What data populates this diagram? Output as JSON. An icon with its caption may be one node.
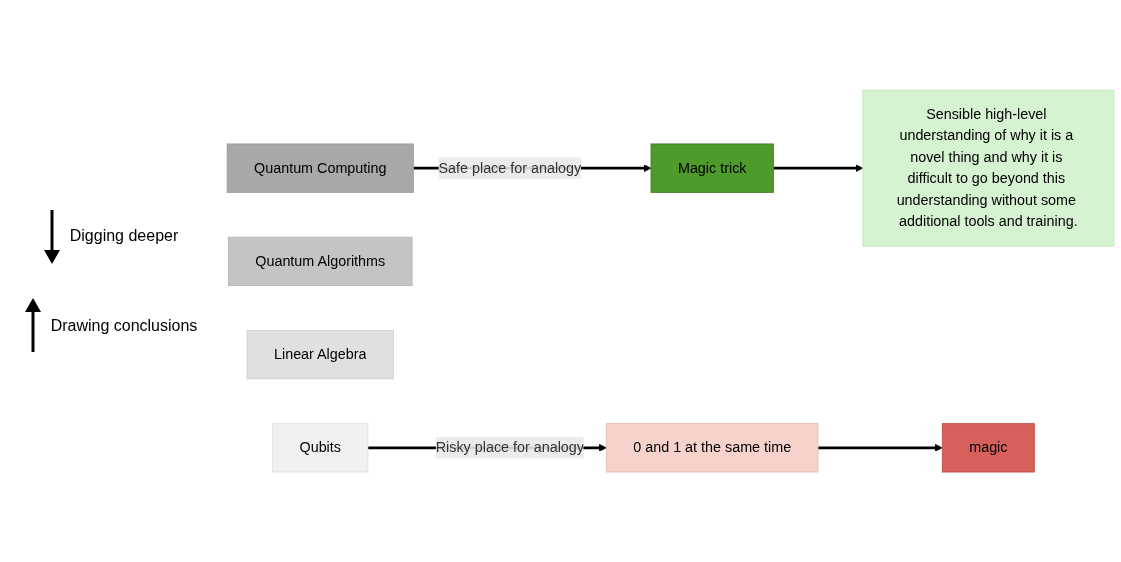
{
  "diagram": {
    "nodes": [
      {
        "text": [
          "Magic trick"
        ]
      },
      {
        "text": [
          "Sensible high-level understanding of why it is a novel thing and why it is difficult to go beyond this understanding without some additional tools and training."
        ]
      },
      {
        "text": [
          "Quantum Computing"
        ]
      },
      {
        "text": [
          "Quantum Algorithms"
        ]
      },
      {
        "text": [
          "Linear Algebra"
        ]
      },
      {
        "text": [
          "Qubits"
        ]
      },
      {
        "text": [
          "magic"
        ]
      },
      {
        "text": [
          "0 and 1 at the same time"
        ]
      }
    ],
    "edges": [
      {
        "from": 2,
        "to": 0,
        "arrow": "to",
        "label": "Safe place for analogy"
      },
      {
        "from": 0,
        "to": 1,
        "arrow": "to"
      },
      {
        "from": 5,
        "to": 7,
        "arrow": "to",
        "label": "Risky place for analogy"
      },
      {
        "from": 7,
        "to": 6,
        "arrow": "to"
      }
    ],
    "labels": [
      "Digging deeper",
      "Drawing conclusions"
    ]
  }
}
